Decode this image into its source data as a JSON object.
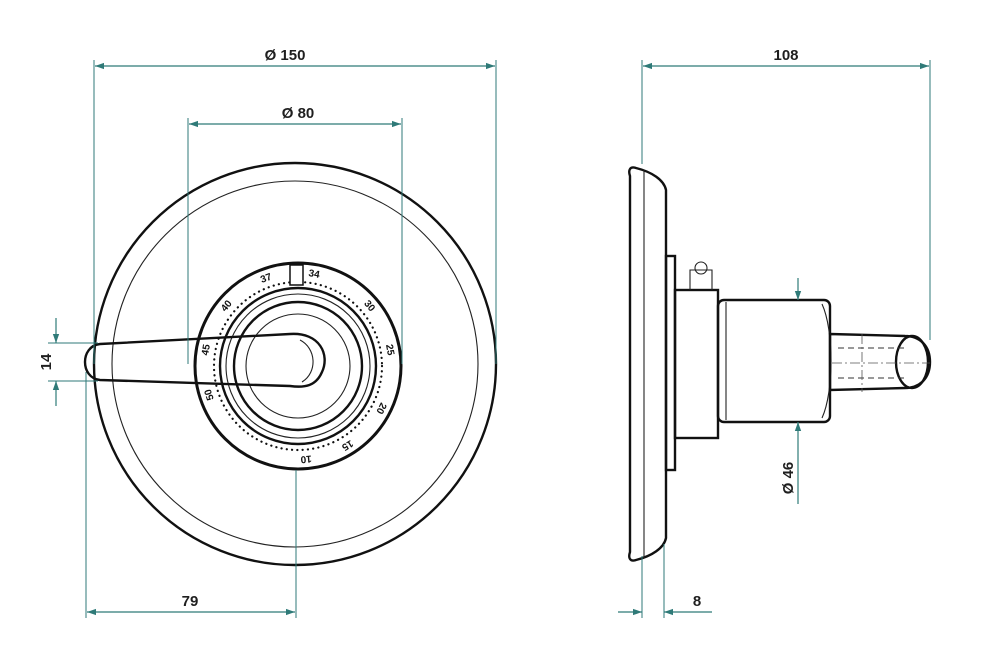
{
  "dimensions": {
    "diameter_150": "Ø 150",
    "diameter_80": "Ø 80",
    "height_14": "14",
    "offset_79": "79",
    "depth_108": "108",
    "thickness_8": "8",
    "diameter_46": "Ø 46"
  },
  "scale_labels": [
    "10",
    "15",
    "20",
    "25",
    "30",
    "34",
    "37",
    "40",
    "45",
    "50"
  ],
  "colors": {
    "dimension_line": "#2f7a78",
    "outline": "#111111",
    "background": "#ffffff"
  }
}
